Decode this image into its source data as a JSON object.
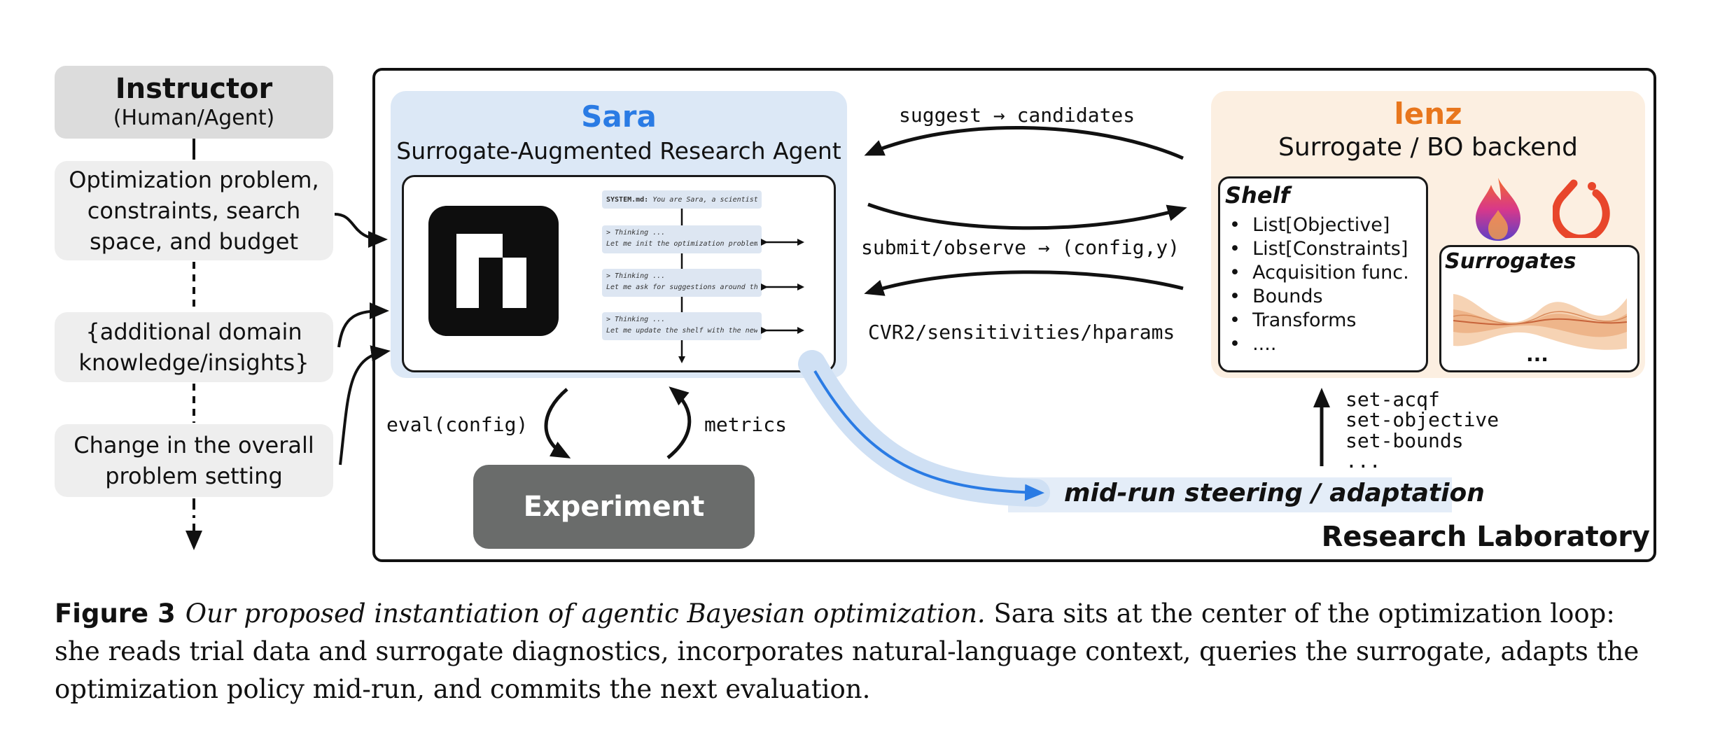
{
  "instructor": {
    "title": "Instructor",
    "subtitle": "(Human/Agent)",
    "inputs": [
      {
        "line1": "Optimization problem,",
        "line2": "constraints, search",
        "line3": "space, and budget"
      },
      {
        "line1": "{additional domain",
        "line2": "knowledge/insights}"
      },
      {
        "line1": "Change in the overall",
        "line2": "problem setting"
      }
    ]
  },
  "sara": {
    "name": "Sara",
    "subtitle": "Surrogate-Augmented Research Agent",
    "chat": {
      "system_label": "SYSTEM.md:",
      "system_text": "You are Sara, a scientist ...",
      "steps": [
        {
          "thinking": "> Thinking ...",
          "text": "Let me init the optimization problem..."
        },
        {
          "thinking": "> Thinking ...",
          "text": "Let me ask for suggestions around the best"
        },
        {
          "thinking": "> Thinking ...",
          "text": "Let me update the shelf with the new ..."
        }
      ]
    }
  },
  "lenz": {
    "name": "lenz",
    "subtitle": "Surrogate / BO backend",
    "shelf": {
      "title": "Shelf",
      "items": [
        "List[Objective]",
        "List[Constraints]",
        "Acquisition func.",
        "Bounds",
        "Transforms",
        "...."
      ]
    },
    "surrogates": {
      "title": "Surrogates",
      "ellipsis": "..."
    }
  },
  "arrows": {
    "suggest": "suggest → candidates",
    "submit": "submit/observe → (config,y)",
    "diagnostics": "CVR2/sensitivities/hparams",
    "eval": "eval(config)",
    "metrics": "metrics",
    "commands": [
      "set-acqf",
      "set-objective",
      "set-bounds",
      "..."
    ]
  },
  "experiment": {
    "label": "Experiment"
  },
  "steering": {
    "label": "mid-run steering / adaptation"
  },
  "lab": {
    "label": "Research Laboratory"
  },
  "caption": {
    "figure": "Figure 3",
    "title": "Our proposed instantiation of agentic Bayesian optimization.",
    "body": "Sara sits at the center of the optimization loop: she reads trial data and surrogate diagnostics, incorporates natural-language context, queries the surrogate, adapts the optimization policy mid-run, and commits the next evaluation."
  },
  "colors": {
    "sara_accent": "#2a7be4",
    "lenz_accent": "#e8761d",
    "sara_panel": "#dce8f6",
    "lenz_panel": "#fcefe1",
    "experiment": "#6a6c6b"
  }
}
